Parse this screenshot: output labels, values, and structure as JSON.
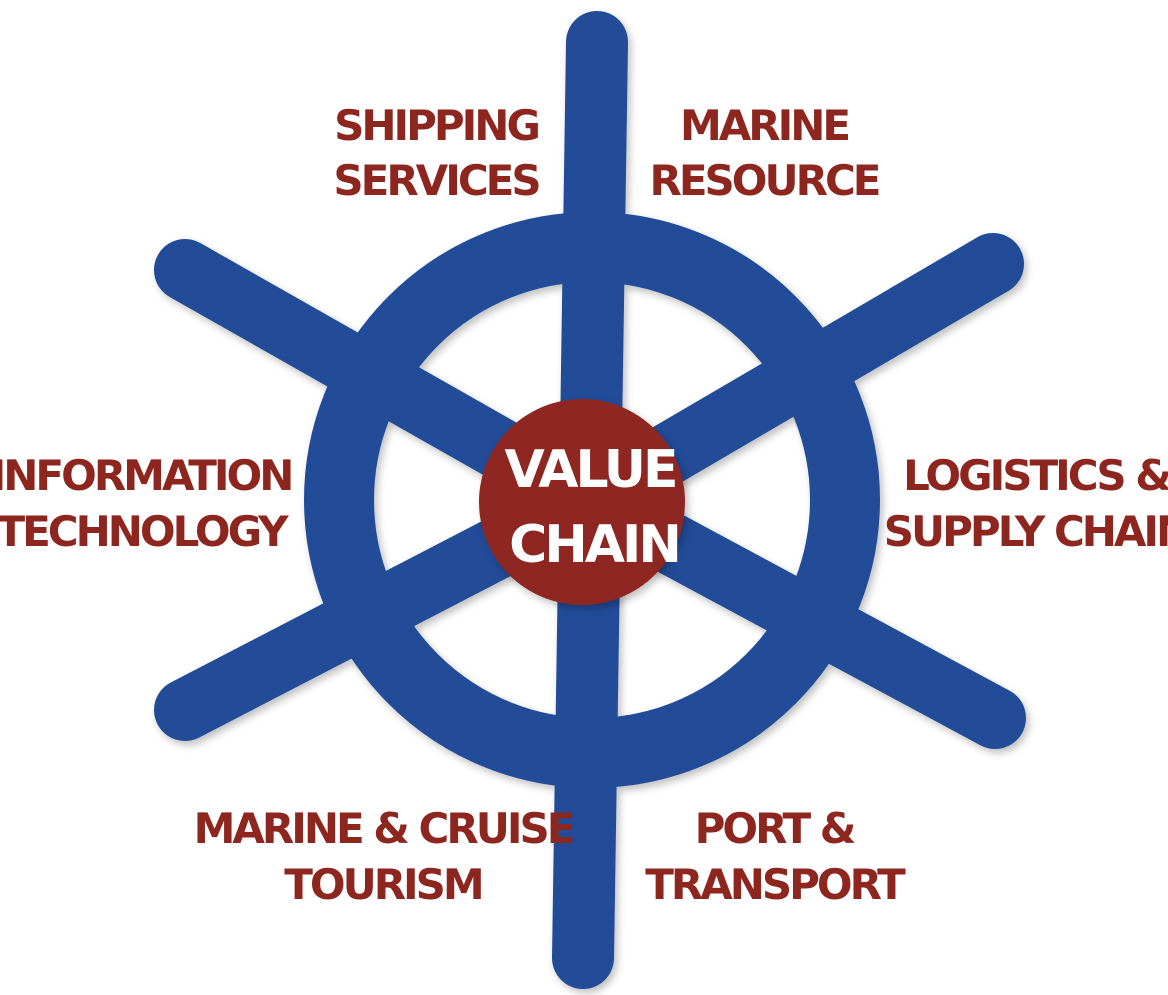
{
  "colors": {
    "wheel": "#234c98",
    "hub": "#8e2620",
    "label_text": "#8e2620",
    "hub_text": "#ffffff"
  },
  "hub": {
    "line1": "VALUE",
    "line2": "CHAIN"
  },
  "segments": [
    {
      "line1": "SHIPPING",
      "line2": "SERVICES"
    },
    {
      "line1": "MARINE",
      "line2": "RESOURCE"
    },
    {
      "line1": "INFORMATION",
      "line2": "TECHNOLOGY"
    },
    {
      "line1": "LOGISTICS &",
      "line2": "SUPPLY CHAIN"
    },
    {
      "line1": "MARINE & CRUISE",
      "line2": "TOURISM"
    },
    {
      "line1": "PORT &",
      "line2": "TRANSPORT"
    }
  ]
}
